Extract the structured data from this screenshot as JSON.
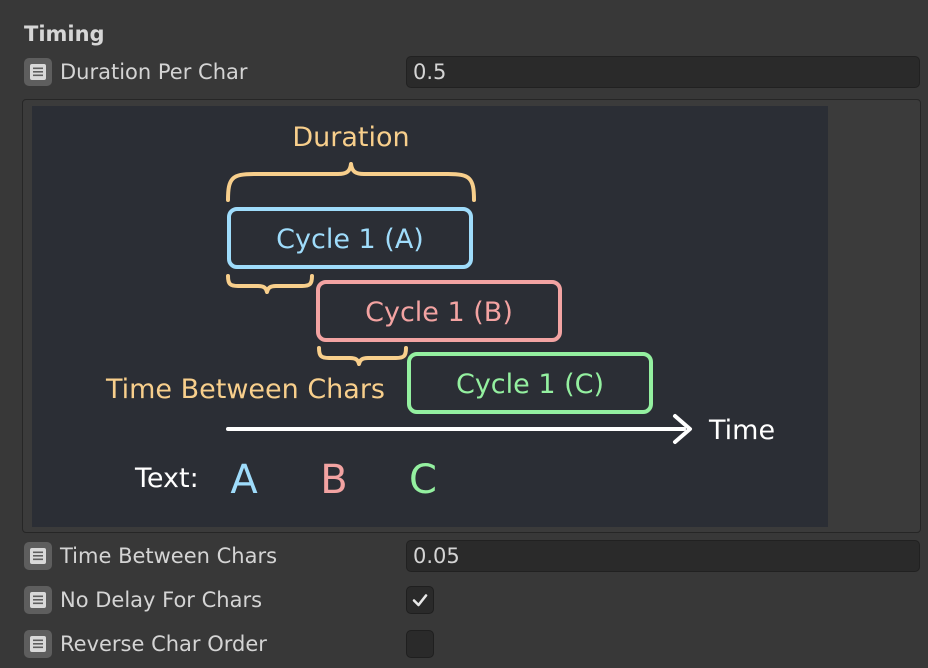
{
  "section_title": "Timing",
  "duration_per_char": {
    "label": "Duration Per Char",
    "value": "0.5"
  },
  "time_between_chars": {
    "label": "Time Between Chars",
    "value": "0.05"
  },
  "no_delay_for_chars": {
    "label": "No Delay For Chars",
    "checked": true
  },
  "reverse_char_order": {
    "label": "Reverse Char Order",
    "checked": false
  },
  "diagram": {
    "duration_label": "Duration",
    "cycle_a": "Cycle 1 (A)",
    "cycle_b": "Cycle 1 (B)",
    "cycle_c": "Cycle 1 (C)",
    "time_between_label": "Time Between Chars",
    "time_label": "Time",
    "text_label": "Text:",
    "char_a": "A",
    "char_b": "B",
    "char_c": "C",
    "colors": {
      "background": "#2b2e35",
      "accent": "#f8cf8c",
      "cycle_a": "#9fdcfb",
      "cycle_b": "#f3a3a2",
      "cycle_c": "#94f0a0",
      "axis": "#ffffff"
    }
  }
}
